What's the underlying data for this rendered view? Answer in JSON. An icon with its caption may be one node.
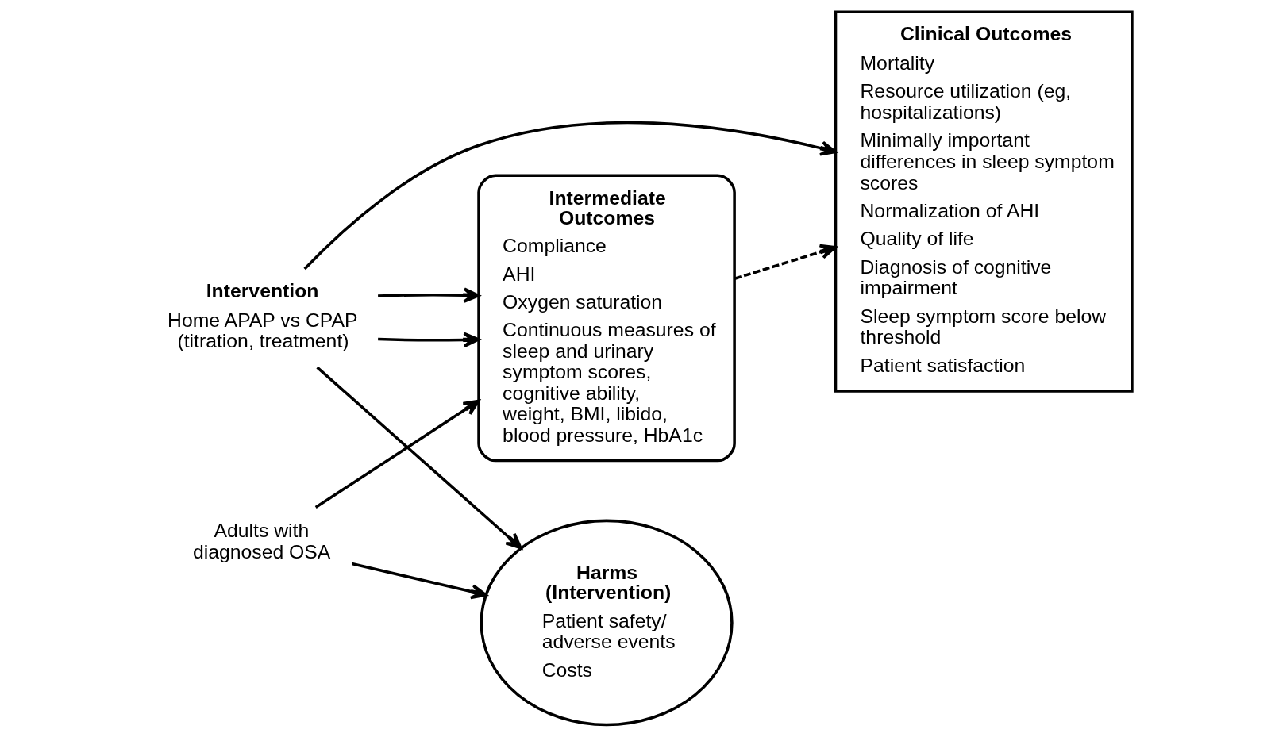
{
  "diagram": {
    "nodes": [
      {
        "text": [
          "Adults with diagnosed OSA"
        ]
      },
      {
        "text": [
          "Intervention",
          "Home APAP vs CPAP (titration, treatment)"
        ]
      },
      {
        "text": [
          "Intermediate Outcomes",
          "Compliance",
          "AHI",
          "Oxygen saturation",
          "Continuous measures of sleep and urinary symptom scores, cognitive ability, weight, BMI, libido, blood pressure, HbA1c"
        ]
      },
      {
        "text": [
          "Clinical Outcomes",
          "Mortality",
          "Resource utilization (eg, hospitalizations)",
          "Minimally important differences in sleep symptom scores",
          "Normalization of AHI",
          "Quality of life",
          "Diagnosis of cognitive impairment",
          "Sleep symptom score below threshold",
          "Patient satisfaction"
        ]
      },
      {
        "text": [
          "Harms (Intervention)",
          "Patient safety/ adverse events",
          "Costs"
        ]
      }
    ],
    "edges": [
      {
        "from": 0,
        "to": 2,
        "arrow": "to"
      },
      {
        "from": 1,
        "to": 2,
        "arrow": "to"
      },
      {
        "from": 1,
        "to": 2,
        "arrow": "to"
      },
      {
        "from": 1,
        "to": 3,
        "arrow": "to"
      },
      {
        "from": 0,
        "to": 4,
        "arrow": "to"
      },
      {
        "from": 1,
        "to": 4,
        "arrow": "to"
      },
      {
        "from": 2,
        "to": 3,
        "arrow": "to",
        "style": "dashed"
      }
    ]
  }
}
